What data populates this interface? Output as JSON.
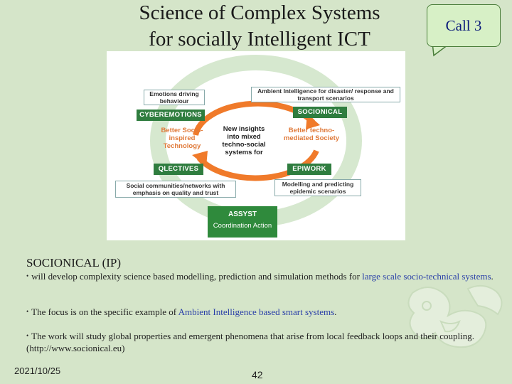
{
  "title": {
    "line1": "Science of Complex Systems",
    "line2": "for socially Intelligent ICT"
  },
  "callout": "Call 3",
  "diagram": {
    "emotions": "Emotions driving behaviour",
    "cyberemotions": "CYBEREMOTIONS",
    "ambient": "Ambient Intelligence for disaster/ response and transport scenarios",
    "socionical": "SOCIONICAL",
    "better_left": "Better Socio-inspired Technology",
    "better_right": "Better techno-mediated Society",
    "center": "New insights into mixed techno-social systems for",
    "qlectives": "QLECTIVES",
    "epiwork": "EPIWORK",
    "social_comm": "Social communities/networks with emphasis on quality and trust",
    "modelling": "Modelling and predicting epidemic scenarios",
    "assyst": "ASSYST",
    "coordination": "Coordination Action",
    "colors": {
      "green_box": "#2f7d3f",
      "orange_arrow": "#f07a2a",
      "ring": "#d6e8cf"
    }
  },
  "section_heading": "SOCIONICAL (IP)",
  "bullets": [
    {
      "pre": "will develop complexity science based modelling, prediction and simulation methods for ",
      "hl": "large scale socio-technical systems",
      "post": "."
    },
    {
      "pre": "The focus is on the specific example of ",
      "hl": "Ambient Intelligence based smart systems",
      "post": "."
    },
    {
      "pre": "The work will study global properties and emergent phenomena that arise from local feedback loops and their coupling.",
      "hl": "",
      "post": " (http://www.socionical.eu)"
    }
  ],
  "footer": {
    "date": "2021/10/25",
    "page": "42"
  }
}
